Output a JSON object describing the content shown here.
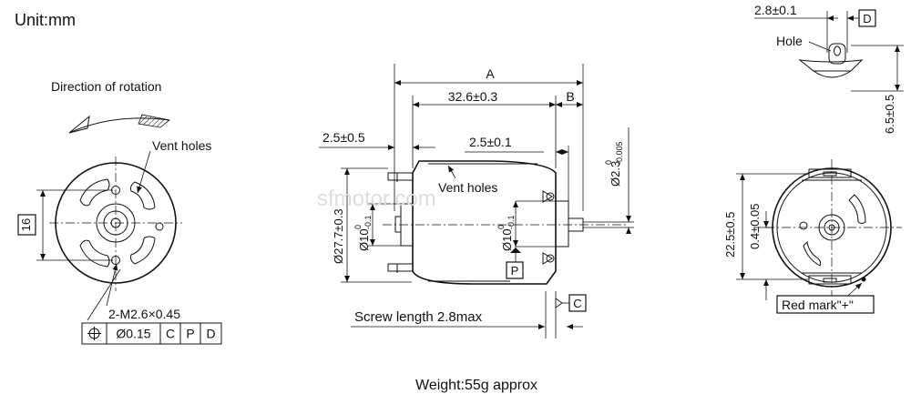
{
  "unit_label": "Unit:mm",
  "rotation_label": "Direction of rotation",
  "front_view": {
    "vent_label": "Vent holes",
    "height_box": "16",
    "thread_label": "2-M2.6×0.45",
    "tolerance_frame": [
      "⌖",
      "Ø0.15",
      "C",
      "P",
      "D"
    ]
  },
  "side_view": {
    "dim_A": "A",
    "dim_B": "B",
    "dim_body": "32.6±0.3",
    "dim_left_boss": "2.5±0.5",
    "dim_right_boss": "2.5±0.1",
    "dim_shaft_base": "Ø2.3",
    "dim_shaft_tol_upper": "0",
    "dim_shaft_tol_lower": "-0.005",
    "dim_body_dia": "Ø27.7±0.3",
    "dim_boss_left_base": "Ø10",
    "dim_boss_tol_upper": "0",
    "dim_boss_tol_lower": "-0.1",
    "dim_boss_right_base": "Ø10",
    "vent_label": "Vent holes",
    "datum_P": "P",
    "datum_C": "C",
    "screw_label": "Screw length 2.8max",
    "watermark": "sfmotor.com"
  },
  "terminal_detail": {
    "dim_width": "2.8±0.1",
    "datum_D": "D",
    "hole_label": "Hole",
    "dim_height": "6.5±0.5"
  },
  "rear_view": {
    "dim_terminal_spacing": "22.5±0.5",
    "dim_offset": "0.4±0.05",
    "red_mark_label": "Red mark\"+\""
  },
  "weight_label": "Weight:55g approx"
}
